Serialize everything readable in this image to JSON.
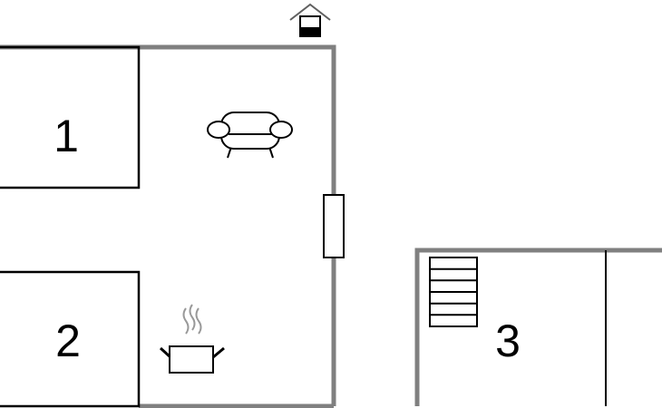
{
  "rooms": [
    {
      "label": "1"
    },
    {
      "label": "2"
    },
    {
      "label": "3"
    }
  ],
  "icons": {
    "entrance": "house-entrance-icon",
    "sofa": "sofa-icon",
    "cooking_pot": "cooking-pot-icon",
    "stairs": "stairs-icon",
    "window": "window-icon"
  },
  "colors": {
    "outer_wall": "#808080",
    "inner_wall": "#000000",
    "background": "#ffffff"
  }
}
